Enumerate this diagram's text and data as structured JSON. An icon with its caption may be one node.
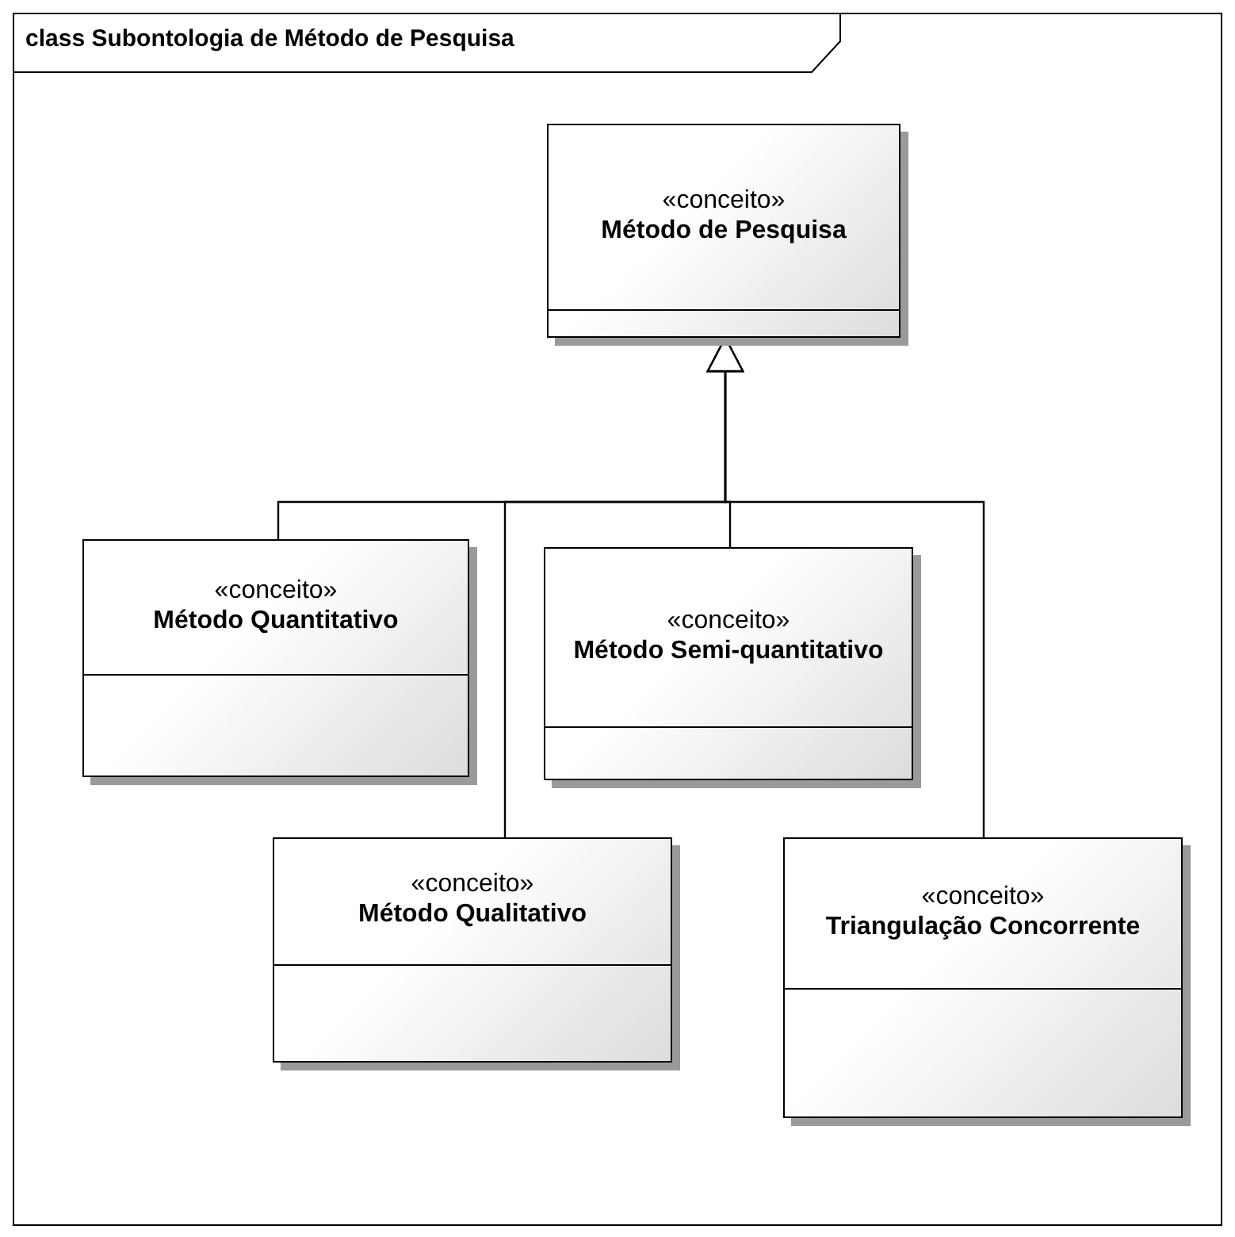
{
  "diagram": {
    "title": "class Subontologia de Método de Pesquisa",
    "nodes": [
      {
        "text": [
          "«conceito»",
          "Método de Pesquisa"
        ]
      },
      {
        "text": [
          "«conceito»",
          "Método Quantitativo"
        ]
      },
      {
        "text": [
          "«conceito»",
          "Método Semi-quantitativo"
        ]
      },
      {
        "text": [
          "«conceito»",
          "Método Qualitativo"
        ]
      },
      {
        "text": [
          "«conceito»",
          "Triangulação Concorrente"
        ]
      }
    ],
    "edges": [
      {
        "from": 1,
        "to": 0,
        "arrow": "to"
      },
      {
        "from": 2,
        "to": 0,
        "arrow": "to"
      },
      {
        "from": 3,
        "to": 0,
        "arrow": "to"
      },
      {
        "from": 4,
        "to": 0,
        "arrow": "to"
      }
    ]
  }
}
